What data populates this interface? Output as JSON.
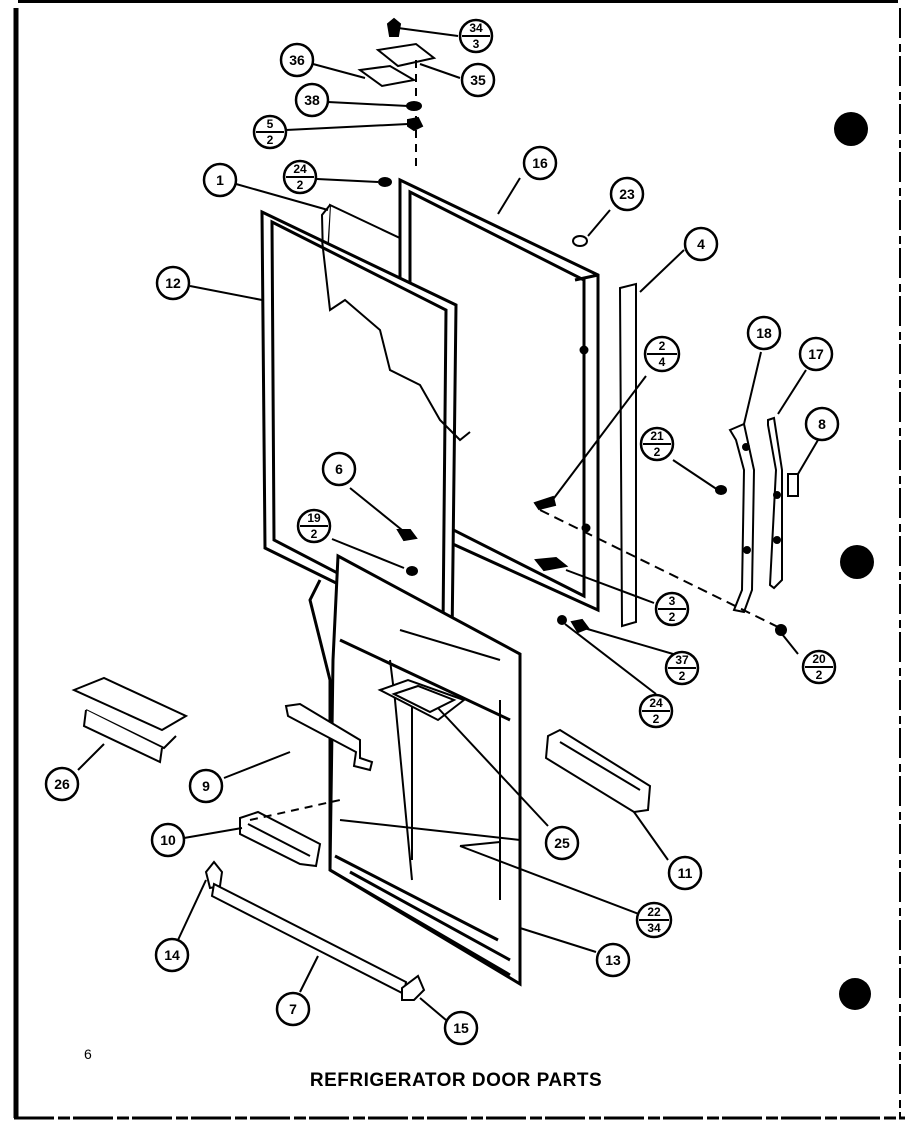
{
  "title": "REFRIGERATOR DOOR PARTS",
  "page_number": "6",
  "callouts": [
    {
      "id": "34-3",
      "top": "34",
      "bottom": "3"
    },
    {
      "id": "35",
      "label": "35"
    },
    {
      "id": "36",
      "label": "36"
    },
    {
      "id": "38",
      "label": "38"
    },
    {
      "id": "5-2",
      "top": "5",
      "bottom": "2"
    },
    {
      "id": "24-2a",
      "top": "24",
      "bottom": "2"
    },
    {
      "id": "1",
      "label": "1"
    },
    {
      "id": "16",
      "label": "16"
    },
    {
      "id": "23",
      "label": "23"
    },
    {
      "id": "4",
      "label": "4"
    },
    {
      "id": "12",
      "label": "12"
    },
    {
      "id": "2-4",
      "top": "2",
      "bottom": "4"
    },
    {
      "id": "18",
      "label": "18"
    },
    {
      "id": "17",
      "label": "17"
    },
    {
      "id": "21-2",
      "top": "21",
      "bottom": "2"
    },
    {
      "id": "8",
      "label": "8"
    },
    {
      "id": "6",
      "label": "6"
    },
    {
      "id": "19-2",
      "top": "19",
      "bottom": "2"
    },
    {
      "id": "3-2",
      "top": "3",
      "bottom": "2"
    },
    {
      "id": "37-2",
      "top": "37",
      "bottom": "2"
    },
    {
      "id": "20-2",
      "top": "20",
      "bottom": "2"
    },
    {
      "id": "24-2b",
      "top": "24",
      "bottom": "2"
    },
    {
      "id": "26",
      "label": "26"
    },
    {
      "id": "9",
      "label": "9"
    },
    {
      "id": "25",
      "label": "25"
    },
    {
      "id": "10",
      "label": "10"
    },
    {
      "id": "11",
      "label": "11"
    },
    {
      "id": "22-34",
      "top": "22",
      "bottom": "34"
    },
    {
      "id": "14",
      "label": "14"
    },
    {
      "id": "13",
      "label": "13"
    },
    {
      "id": "7",
      "label": "7"
    },
    {
      "id": "15",
      "label": "15"
    }
  ]
}
